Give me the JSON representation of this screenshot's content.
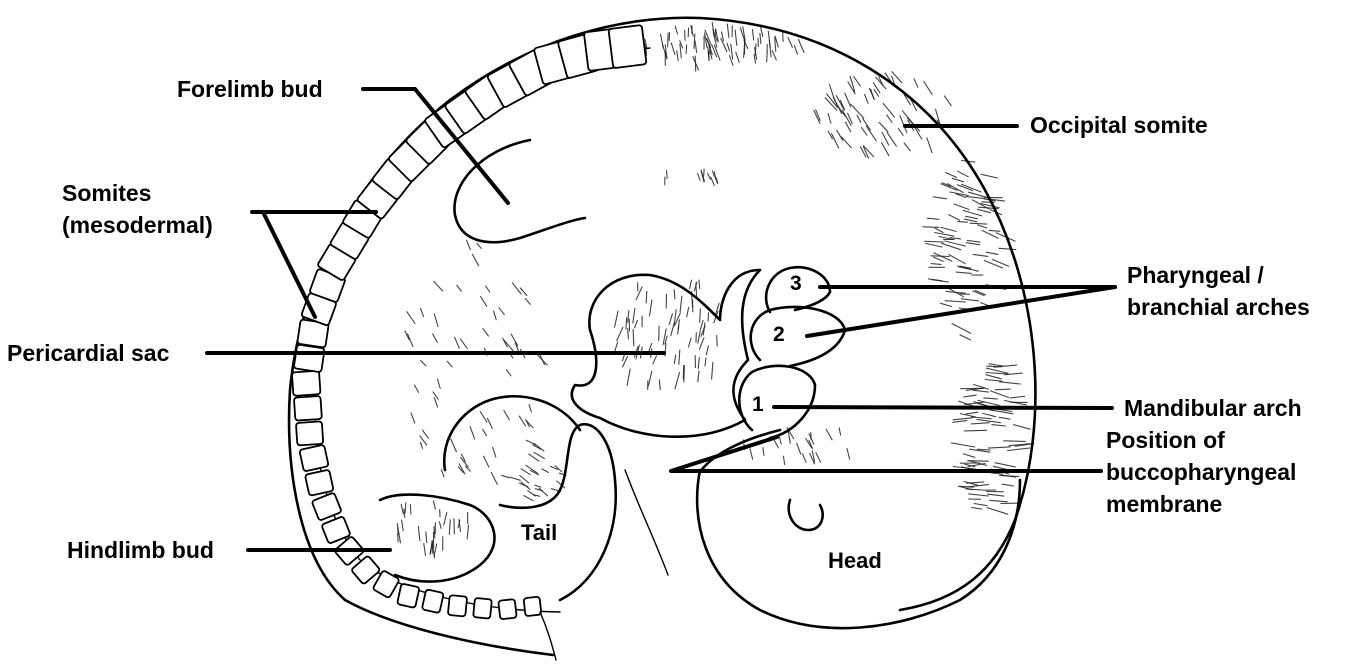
{
  "labels": {
    "forelimb_bud": "Forelimb bud",
    "occipital_somite": "Occipital somite",
    "somites_line1": "Somites",
    "somites_line2": "(mesodermal)",
    "pharyngeal_line1": "Pharyngeal /",
    "pharyngeal_line2": "branchial arches",
    "pericardial_sac": "Pericardial sac",
    "mandibular_arch": "Mandibular arch",
    "bucco_line1": "Position of",
    "bucco_line2": "buccopharyngeal",
    "bucco_line3": "membrane",
    "hindlimb_bud": "Hindlimb bud",
    "tail": "Tail",
    "head": "Head"
  },
  "arch_numbers": {
    "arch1": "1",
    "arch2": "2",
    "arch3": "3"
  }
}
